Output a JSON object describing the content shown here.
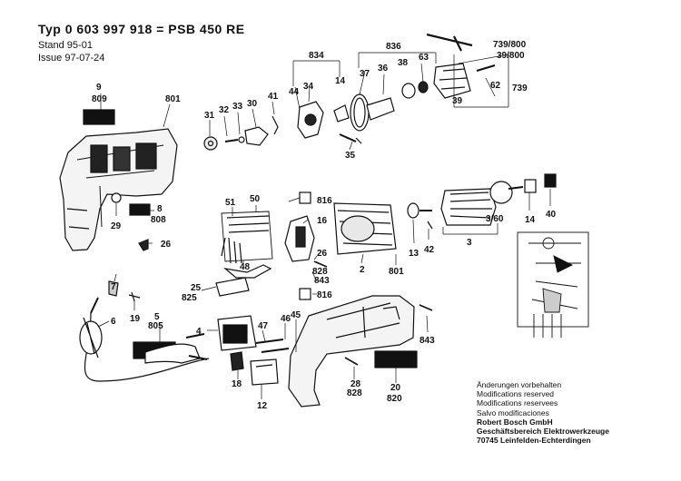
{
  "header": {
    "title": "Typ 0 603 997 918 = PSB 450 RE",
    "stand": "Stand 95-01",
    "issue": "Issue 97-07-24"
  },
  "footer": {
    "lines": [
      "Änderungen vorbehalten",
      "Modifications reserved",
      "Modifications reservees",
      "Salvo modificaciones"
    ],
    "company": "Robert Bosch GmbH",
    "division": "Geschäftsbereich Elektrowerkzeuge",
    "address": "70745 Leinfelden-Echterdingen"
  },
  "part_labels": {
    "p9": "9",
    "p809": "809",
    "p801a": "801",
    "p31": "31",
    "p32": "32",
    "p33": "33",
    "p30": "30",
    "p41": "41",
    "p834": "834",
    "p44": "44",
    "p34": "34",
    "p14a": "14",
    "p836": "836",
    "p37": "37",
    "p36": "36",
    "p38": "38",
    "p63": "63",
    "p739_800": "739/800",
    "p39_800": "39/800",
    "p739": "739",
    "p62": "62",
    "p39": "39",
    "p35": "35",
    "p29": "29",
    "p8": "8",
    "p808": "808",
    "p26": "26",
    "p51": "51",
    "p50": "50",
    "p816a": "816",
    "p16": "16",
    "p48": "48",
    "p25": "25",
    "p825": "825",
    "p26b": "26",
    "p828a": "828",
    "p2": "2",
    "p843a": "843",
    "p816b": "816",
    "p801b": "801",
    "p13": "13",
    "p42": "42",
    "p3_60": "3/60",
    "p3": "3",
    "p14b": "14",
    "p40": "40",
    "p7": "7",
    "p19": "19",
    "p6": "6",
    "p5": "5",
    "p805": "805",
    "p4": "4",
    "p47": "47",
    "p46": "46",
    "p45": "45",
    "p843b": "843",
    "p18": "18",
    "p12": "12",
    "p28": "28",
    "p828b": "828",
    "p20": "20",
    "p820": "820"
  }
}
